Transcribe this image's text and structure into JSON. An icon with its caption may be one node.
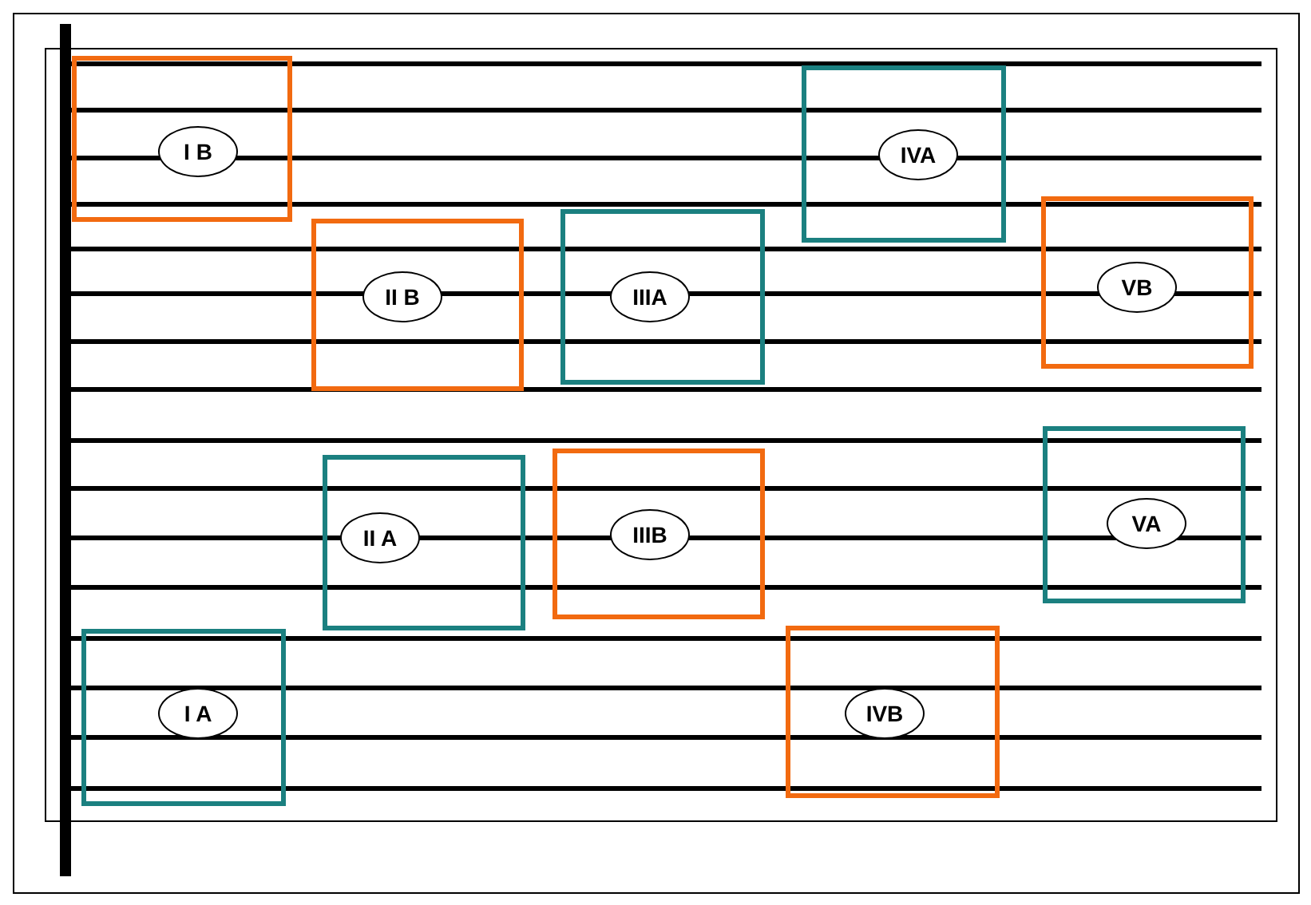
{
  "diagram": {
    "nodes": [
      {
        "text": [
          "I B"
        ]
      },
      {
        "text": [
          "IVA"
        ]
      },
      {
        "text": [
          "II B"
        ]
      },
      {
        "text": [
          "IIIA"
        ]
      },
      {
        "text": [
          "VB"
        ]
      },
      {
        "text": [
          "II A"
        ]
      },
      {
        "text": [
          "IIIB"
        ]
      },
      {
        "text": [
          "VA"
        ]
      },
      {
        "text": [
          "I A"
        ]
      },
      {
        "text": [
          "IVB"
        ]
      }
    ]
  }
}
